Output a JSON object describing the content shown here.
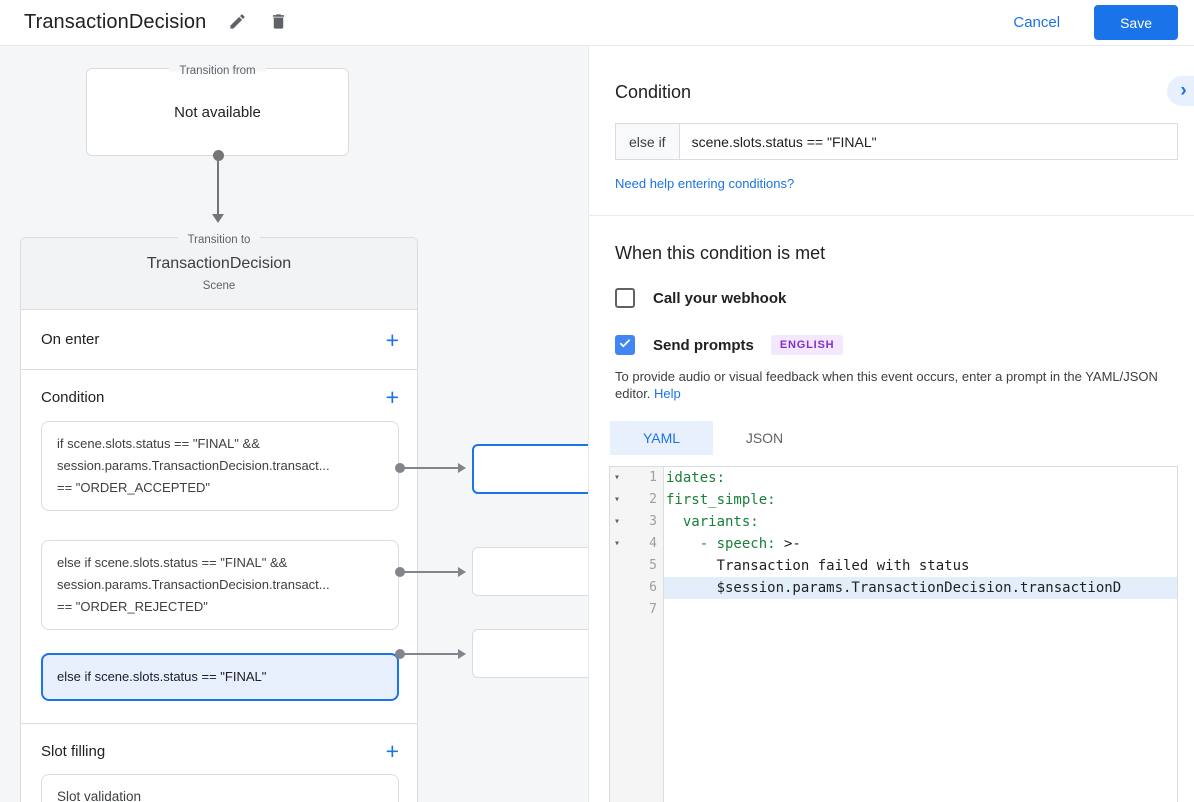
{
  "header": {
    "title": "TransactionDecision",
    "cancel": "Cancel",
    "save": "Save"
  },
  "icons": {
    "fold": "▾",
    "plus": "+",
    "chevron_right": "›"
  },
  "diagram": {
    "from": {
      "legend": "Transition from",
      "value": "Not available"
    },
    "to": {
      "legend": "Transition to",
      "title": "TransactionDecision",
      "subtitle": "Scene",
      "on_enter": "On enter",
      "condition": "Condition",
      "slot_filling": "Slot filling",
      "slot_card": "Slot validation",
      "cards": [
        {
          "l1": "if scene.slots.status == \"FINAL\" &&",
          "l2": "session.params.TransactionDecision.transact...",
          "l3": "== \"ORDER_ACCEPTED\""
        },
        {
          "l1": "else if scene.slots.status == \"FINAL\" &&",
          "l2": "session.params.TransactionDecision.transact...",
          "l3": "== \"ORDER_REJECTED\""
        },
        {
          "l1": "else if scene.slots.status == \"FINAL\""
        }
      ]
    }
  },
  "panel": {
    "title": "Condition",
    "else_if": "else if",
    "condition_value": "scene.slots.status == \"FINAL\"",
    "help_link": "Need help entering conditions?",
    "when_met": "When this condition is met",
    "webhook": "Call your webhook",
    "send_prompts": "Send prompts",
    "language": "ENGLISH",
    "hint": "To provide audio or visual feedback when this event occurs, enter a prompt in the YAML/JSON editor.",
    "hint_link": "Help",
    "tab_yaml": "YAML",
    "tab_json": "JSON",
    "editor": {
      "lines": [
        {
          "n": "1",
          "key": "idates:",
          "rest": ""
        },
        {
          "n": "2",
          "key": "first_simple:",
          "rest": ""
        },
        {
          "n": "3",
          "key": "  variants:",
          "rest": ""
        },
        {
          "n": "4",
          "key": "    - speech:",
          "rest": " >-"
        },
        {
          "n": "5",
          "key": "",
          "rest": "      Transaction failed with status"
        },
        {
          "n": "6",
          "key": "",
          "rest": "      $session.params.TransactionDecision.transactionD"
        },
        {
          "n": "7",
          "key": "",
          "rest": ""
        }
      ]
    }
  },
  "colors": {
    "accent": "#1a73e8",
    "code_green": "#188038",
    "badge_purple": "#8430ce",
    "selected_bg": "#e8f0fe"
  }
}
